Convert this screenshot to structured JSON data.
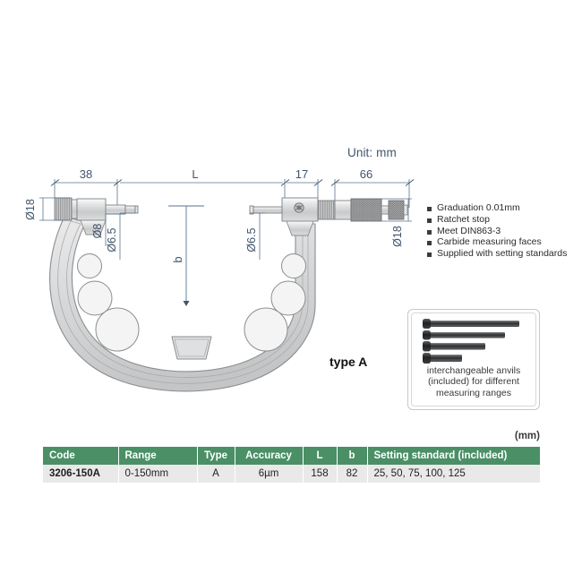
{
  "unit_note": "Unit: mm",
  "type_label": "type A",
  "mm_note": "(mm)",
  "dimensions": {
    "left_length": "38",
    "span": "L",
    "sleeve": "17",
    "thimble": "66",
    "depth": "b",
    "dia_left_cap": "Ø18",
    "dia_left_anvil_body": "Ø8",
    "dia_left_anvil_tip": "Ø6.5",
    "dia_spindle": "Ø6.5",
    "dia_right_thimble": "Ø18"
  },
  "features": [
    "Graduation 0.01mm",
    "Ratchet stop",
    "Meet DIN863-3",
    "Carbide measuring faces",
    "Supplied with setting standards"
  ],
  "anvil_inset": {
    "caption_lines": [
      "interchangeable anvils",
      "(included) for different",
      "measuring ranges"
    ],
    "rods": [
      {
        "length": 102
      },
      {
        "length": 86
      },
      {
        "length": 64
      },
      {
        "length": 38
      }
    ]
  },
  "table": {
    "headers": [
      "Code",
      "Range",
      "Type",
      "Accuracy",
      "L",
      "b",
      "Setting standard (included)"
    ],
    "rows": [
      {
        "code": "3206-150A",
        "range": "0-150mm",
        "type": "A",
        "accuracy": "6µm",
        "L": "158",
        "b": "82",
        "setting_standard": "25, 50, 75, 100, 125"
      }
    ]
  },
  "colors": {
    "header_green": "#4a8f66",
    "row_gray": "#e9e9e9",
    "dimension_blue": "#41556b",
    "frame_gray": "#d8d9da"
  }
}
